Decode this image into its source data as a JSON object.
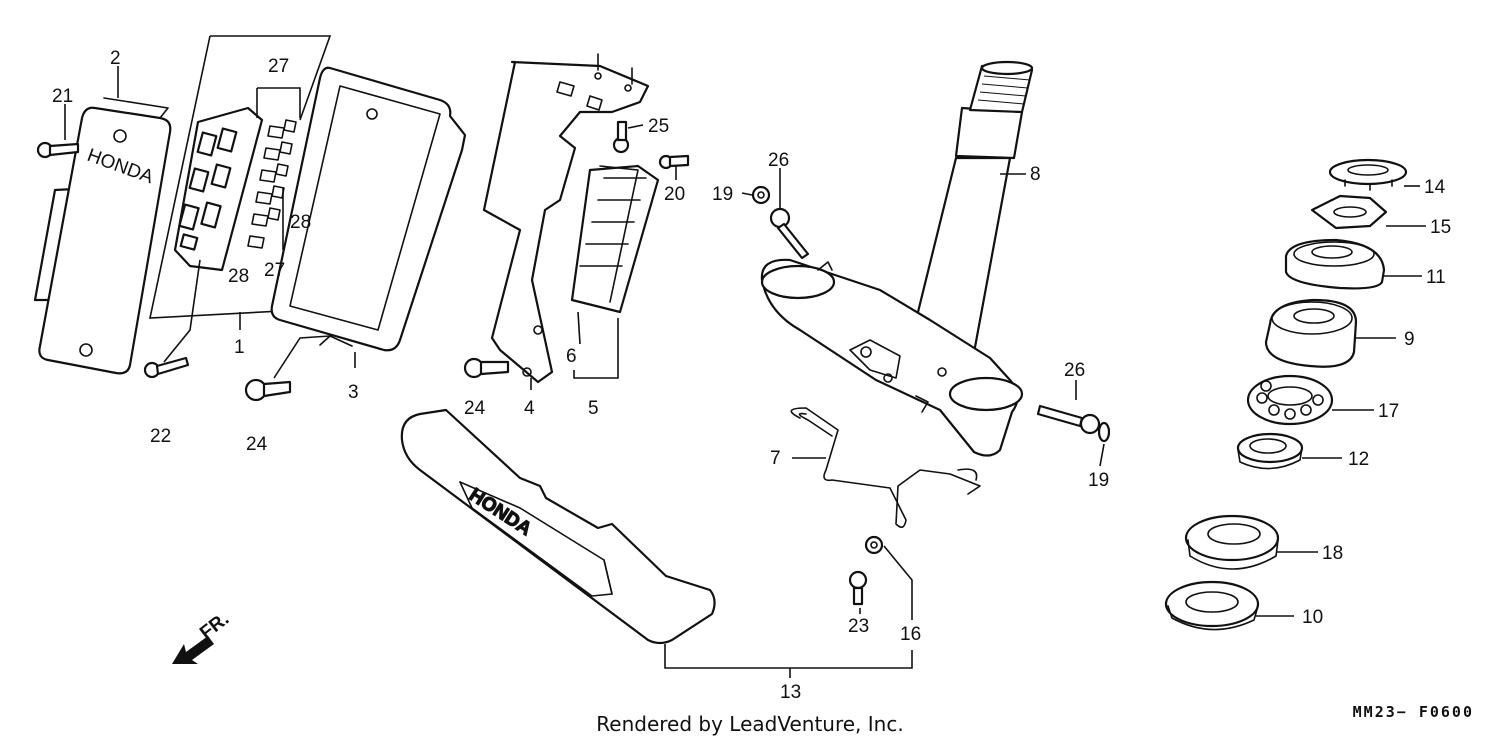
{
  "diagram": {
    "brand_mark": "HONDA",
    "front_indicator": "FR.",
    "callouts": {
      "c1": "1",
      "c2": "2",
      "c3": "3",
      "c4": "4",
      "c5": "5",
      "c6": "6",
      "c7": "7",
      "c8": "8",
      "c9": "9",
      "c10": "10",
      "c11": "11",
      "c12": "12",
      "c13": "13",
      "c14": "14",
      "c15": "15",
      "c16": "16",
      "c17": "17",
      "c18": "18",
      "c19a": "19",
      "c19b": "19",
      "c20": "20",
      "c21": "21",
      "c22": "22",
      "c23": "23",
      "c24a": "24",
      "c24b": "24",
      "c25": "25",
      "c26a": "26",
      "c26b": "26",
      "c27a": "27",
      "c27b": "27",
      "c28a": "28",
      "c28b": "28"
    }
  },
  "footer": {
    "credit": "Rendered by LeadVenture, Inc.",
    "diagram_code": "MM23− F0600"
  }
}
